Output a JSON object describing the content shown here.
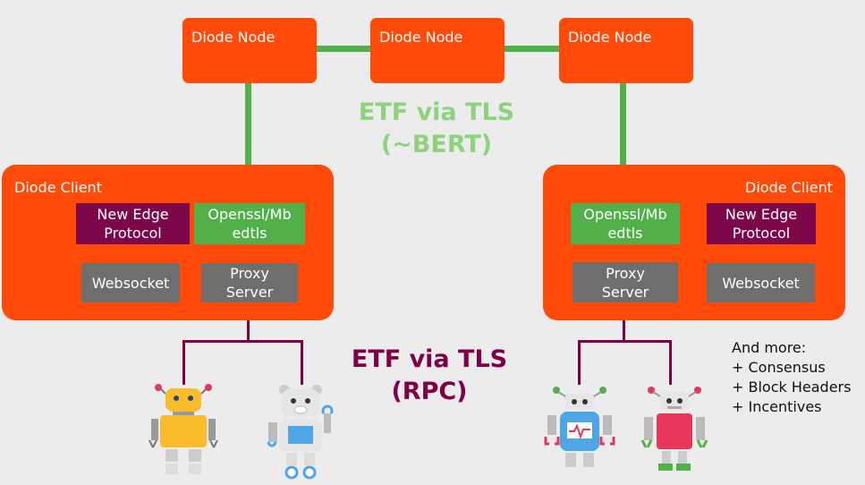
{
  "nodes": [
    {
      "label": "Diode Node"
    },
    {
      "label": "Diode Node"
    },
    {
      "label": "Diode Node"
    }
  ],
  "etf_bert": {
    "line1": "ETF via TLS",
    "line2": "(~BERT)",
    "color": "#8fd27e"
  },
  "etf_rpc": {
    "line1": "ETF via TLS",
    "line2": "(RPC)",
    "color": "#800046"
  },
  "left_client": {
    "title": "Diode Client",
    "new_edge": {
      "line1": "New Edge",
      "line2": "Protocol"
    },
    "openssl": {
      "line1": "Openssl/Mb",
      "line2": "edtls"
    },
    "websocket": "Websocket",
    "proxy": {
      "line1": "Proxy",
      "line2": "Server"
    }
  },
  "right_client": {
    "title": "Diode Client",
    "new_edge": {
      "line1": "New Edge",
      "line2": "Protocol"
    },
    "openssl": {
      "line1": "Openssl/Mb",
      "line2": "edtls"
    },
    "websocket": "Websocket",
    "proxy": {
      "line1": "Proxy",
      "line2": "Server"
    }
  },
  "more": {
    "title": "And more:",
    "items": [
      "+ Consensus",
      "+ Block Headers",
      "+ Incentives"
    ]
  },
  "colors": {
    "orange": "#ff4a0a",
    "green": "#52b04a",
    "maroon": "#7d0849",
    "grey": "#6e6e6e"
  }
}
